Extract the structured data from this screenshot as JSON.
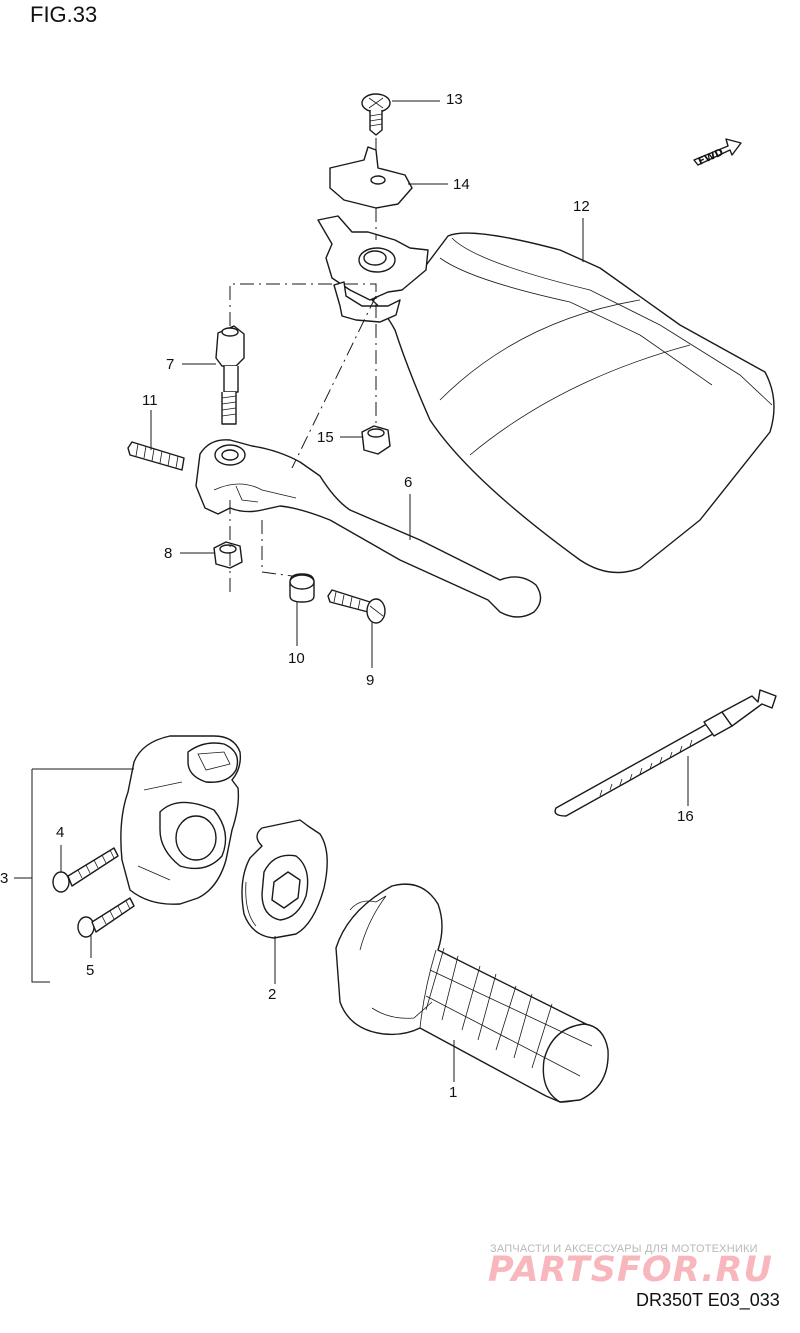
{
  "figure": {
    "title": "FIG.33",
    "direction_label": "FWD",
    "diagram_code": "DR350T E03_033"
  },
  "callouts": [
    {
      "id": "c1",
      "label": "1"
    },
    {
      "id": "c2",
      "label": "2"
    },
    {
      "id": "c3",
      "label": "3"
    },
    {
      "id": "c4",
      "label": "4"
    },
    {
      "id": "c5",
      "label": "5"
    },
    {
      "id": "c6",
      "label": "6"
    },
    {
      "id": "c7",
      "label": "7"
    },
    {
      "id": "c8",
      "label": "8"
    },
    {
      "id": "c9",
      "label": "9"
    },
    {
      "id": "c10",
      "label": "10"
    },
    {
      "id": "c11",
      "label": "11"
    },
    {
      "id": "c12",
      "label": "12"
    },
    {
      "id": "c13",
      "label": "13"
    },
    {
      "id": "c14",
      "label": "14"
    },
    {
      "id": "c15",
      "label": "15"
    },
    {
      "id": "c16",
      "label": "16"
    }
  ],
  "watermark": {
    "caption": "ЗАПЧАСТИ И АКСЕССУАРЫ ДЛЯ МОТОТЕХНИКИ",
    "logo": "PARTSFOR.RU",
    "logo_color": "#f7b7bd"
  }
}
